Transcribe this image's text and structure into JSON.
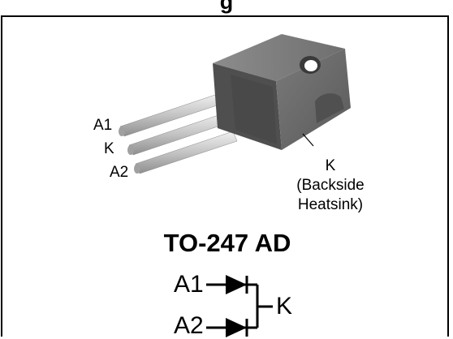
{
  "header": {
    "cut_title": "g"
  },
  "pins": {
    "a1": "A1",
    "k": "K",
    "a2": "A2"
  },
  "backside": {
    "k": "K",
    "line1": "(Backside",
    "line2": "Heatsink)"
  },
  "package": {
    "title": "TO-247 AD"
  },
  "schematic": {
    "a1": "A1",
    "a2": "A2",
    "k": "K"
  },
  "colors": {
    "body": "#6b6b6b",
    "body_dark": "#4a4a4a",
    "leads": "#c9c9c9",
    "line": "#000000"
  }
}
